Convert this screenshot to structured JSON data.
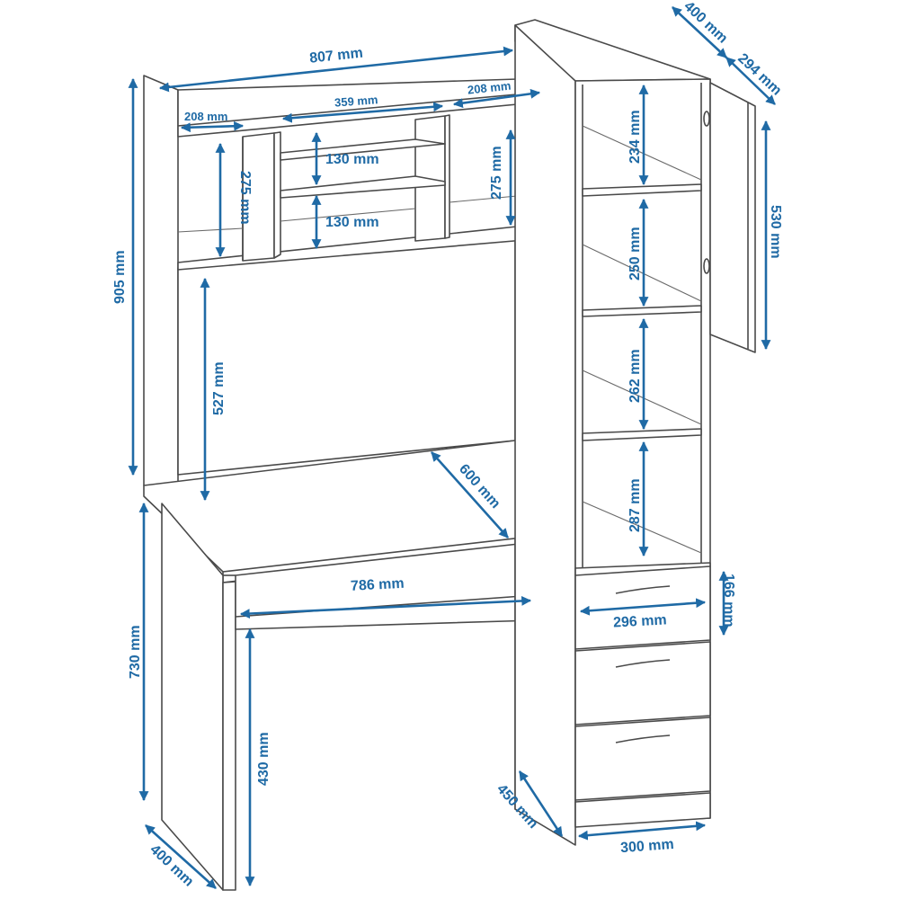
{
  "dimension_color": "#1f6aa5",
  "line_color": "#4a4a4a",
  "dimensions": {
    "total_width": "807 mm",
    "shelf_left_width": "208 mm",
    "shelf_mid_width": "359 mm",
    "shelf_right_width": "208 mm",
    "upper_height_left": "275 mm",
    "upper_height_right": "275 mm",
    "cubby_top": "130 mm",
    "cubby_bottom": "130 mm",
    "hutch_height": "905 mm",
    "back_opening": "527 mm",
    "desk_depth": "600 mm",
    "desk_inner_width": "786 mm",
    "desk_height": "730 mm",
    "knee_height": "430 mm",
    "side_depth": "400 mm",
    "tower_width": "400 mm",
    "tower_depth": "294 mm",
    "door_height": "530 mm",
    "tower_shelf_1": "234 mm",
    "tower_shelf_2": "250 mm",
    "tower_shelf_3": "262 mm",
    "tower_shelf_4": "287 mm",
    "drawer_height": "166 mm",
    "drawer_width": "296 mm",
    "cabinet_depth": "450 mm",
    "cabinet_width": "300 mm"
  }
}
